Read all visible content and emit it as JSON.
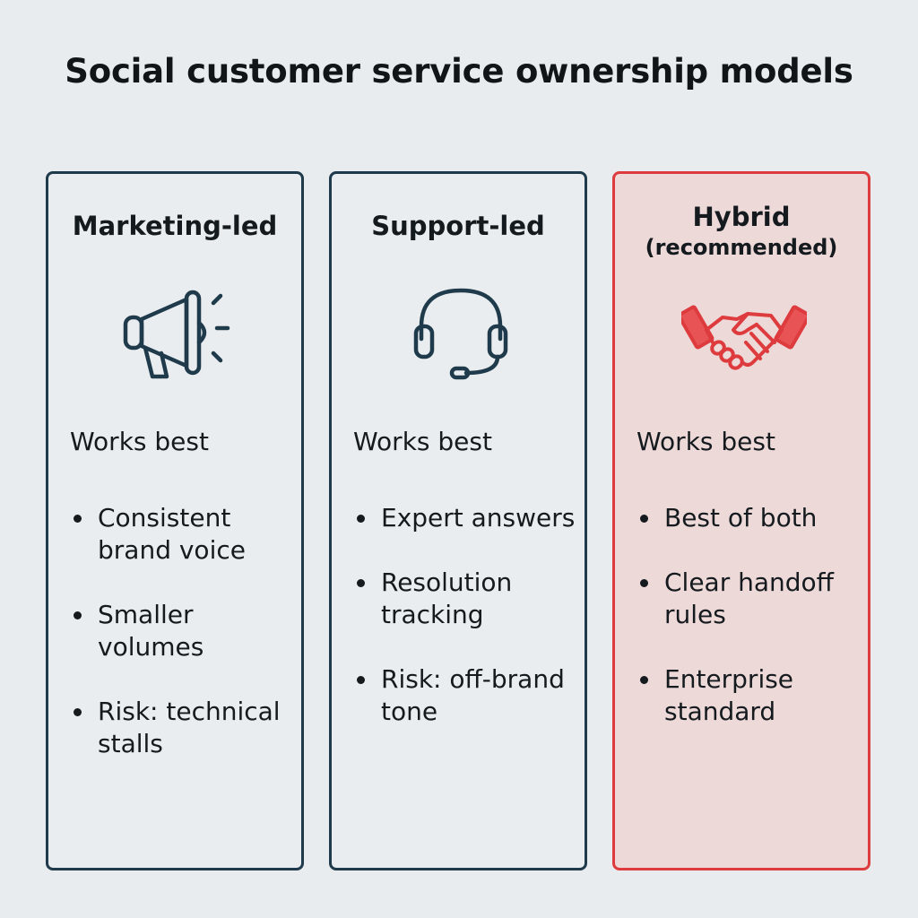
{
  "title": "Social customer service ownership models",
  "colors": {
    "navy": "#1f3a4b",
    "accent_red": "#dd3b3d",
    "hybrid_fill": "#eed9d9",
    "background": "#e8ecee"
  },
  "columns": [
    {
      "title": "Marketing-led",
      "subtitle": "",
      "icon": "megaphone-icon",
      "heading": "Works best",
      "bullets": [
        "Consistent brand voice",
        "Smaller volumes",
        "Risk: technical stalls"
      ]
    },
    {
      "title": "Support-led",
      "subtitle": "",
      "icon": "headset-icon",
      "heading": "Works best",
      "bullets": [
        "Expert answers",
        "Resolution tracking",
        "Risk: off-brand tone"
      ]
    },
    {
      "title": "Hybrid",
      "subtitle": "(recommended)",
      "icon": "handshake-icon",
      "heading": "Works best",
      "bullets": [
        "Best of both",
        "Clear handoff rules",
        "Enterprise standard"
      ]
    }
  ]
}
